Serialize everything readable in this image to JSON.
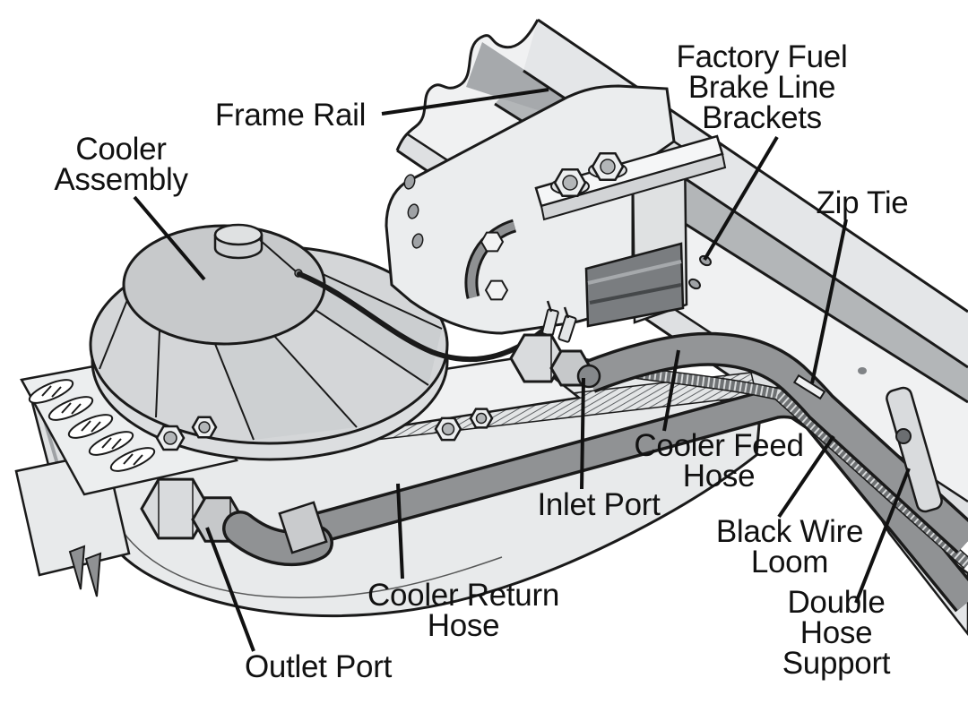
{
  "diagram": {
    "type": "technical-illustration",
    "labels": {
      "frame_rail": "Frame Rail",
      "cooler_assembly": "Cooler\nAssembly",
      "factory_fuel_brake_line_brackets": "Factory Fuel\nBrake Line\nBrackets",
      "zip_tie": "Zip Tie",
      "cooler_feed_hose": "Cooler Feed\nHose",
      "inlet_port": "Inlet Port",
      "black_wire_loom": "Black Wire\nLoom",
      "cooler_return_hose": "Cooler Return\nHose",
      "outlet_port": "Outlet Port",
      "double_hose_support": "Double Hose\nSupport"
    },
    "colors": {
      "background": "#ffffff",
      "outline": "#1a1a1a",
      "metal_light": "#eceeef",
      "metal_mid": "#c9cbcd",
      "metal_dark": "#8f9193",
      "hose": "#909294",
      "shadow": "#75787b"
    }
  }
}
